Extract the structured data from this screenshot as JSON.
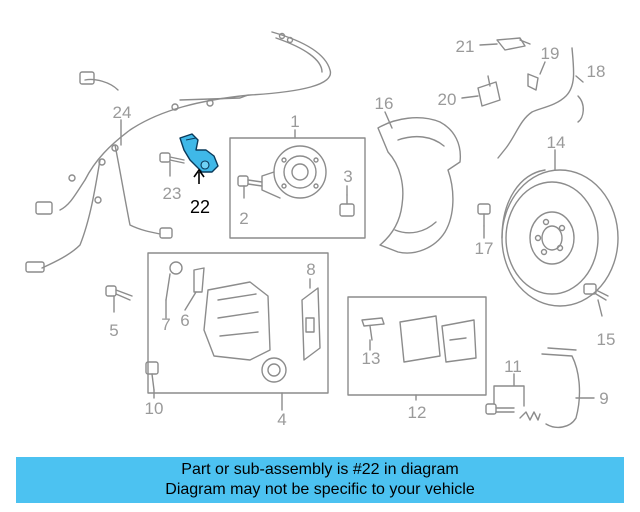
{
  "callouts": {
    "c1": "1",
    "c2": "2",
    "c3": "3",
    "c4": "4",
    "c5": "5",
    "c6": "6",
    "c7": "7",
    "c8": "8",
    "c9": "9",
    "c10": "10",
    "c11": "11",
    "c12": "12",
    "c13": "13",
    "c14": "14",
    "c15": "15",
    "c16": "16",
    "c17": "17",
    "c18": "18",
    "c19": "19",
    "c20": "20",
    "c21": "21",
    "c22": "22",
    "c23": "23",
    "c24": "24"
  },
  "highlight": {
    "part": "22",
    "color": "#3fb8e8"
  },
  "banner": {
    "line1": "Part or sub-assembly is #22 in diagram",
    "line2": "Diagram may not be specific to your vehicle",
    "background": "#4cc2f1"
  }
}
